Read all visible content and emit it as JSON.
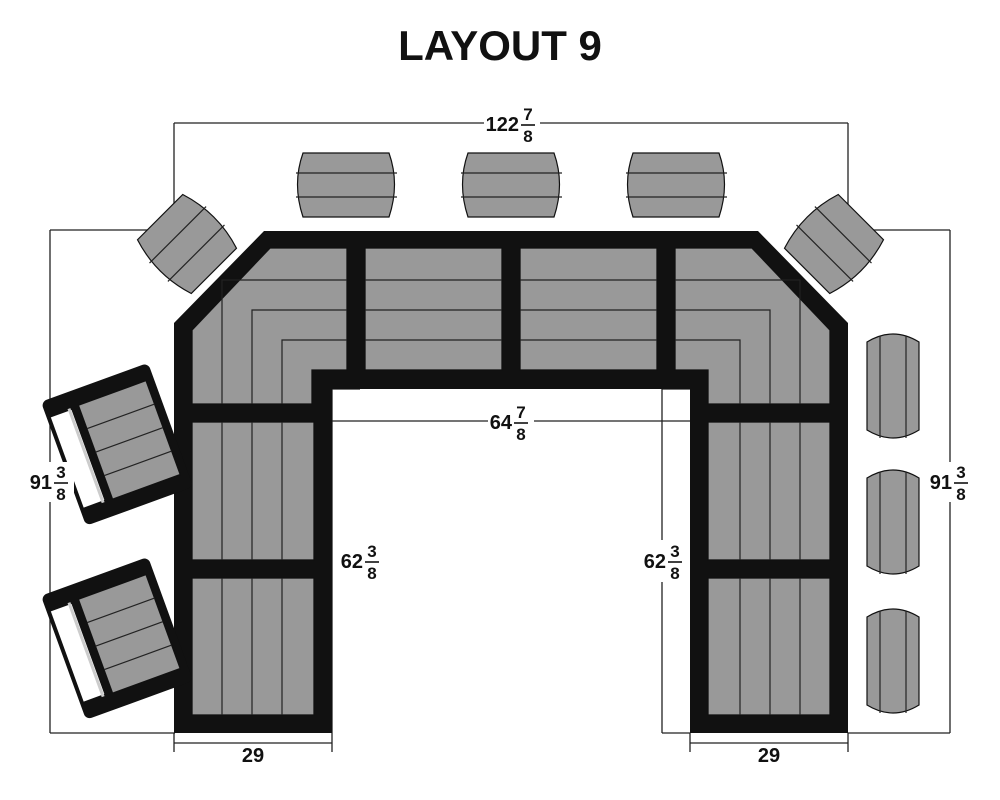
{
  "title": "LAYOUT 9",
  "colors": {
    "frame": "#111111",
    "cushion": "#999999",
    "dimension_line": "#222222",
    "background": "#ffffff"
  },
  "dimensions": {
    "overall_width": {
      "whole": "122",
      "num": "7",
      "den": "8"
    },
    "inner_width": {
      "whole": "64",
      "num": "7",
      "den": "8"
    },
    "overall_depth_left": {
      "whole": "91",
      "num": "3",
      "den": "8"
    },
    "overall_depth_right": {
      "whole": "91",
      "num": "3",
      "den": "8"
    },
    "arm_depth_left": {
      "whole": "62",
      "num": "3",
      "den": "8"
    },
    "arm_depth_right": {
      "whole": "62",
      "num": "3",
      "den": "8"
    },
    "arm_width_left": "29",
    "arm_width_right": "29"
  }
}
